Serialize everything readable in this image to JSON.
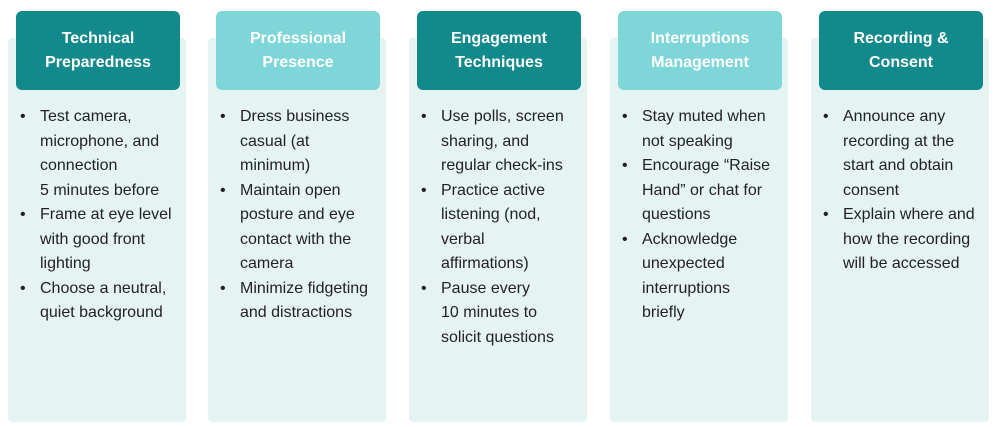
{
  "columns": [
    {
      "title": "Technical\nPreparedness",
      "header_style": "dark",
      "items": [
        "Test camera,\nmicrophone, and\nconnection\n5 minutes before",
        "Frame at eye level\nwith good front\nlighting",
        "Choose a neutral,\nquiet background"
      ]
    },
    {
      "title": "Professional\nPresence",
      "header_style": "light",
      "items": [
        "Dress business\ncasual (at\nminimum)",
        "Maintain open\nposture and eye\ncontact with the\ncamera",
        "Minimize fidgeting\nand distractions"
      ]
    },
    {
      "title": "Engagement\nTechniques",
      "header_style": "dark",
      "items": [
        "Use polls, screen\nsharing, and\nregular check-ins",
        "Practice active\nlistening (nod,\nverbal\naffirmations)",
        "Pause every\n10 minutes to\nsolicit questions"
      ]
    },
    {
      "title": "Interruptions\nManagement",
      "header_style": "light",
      "items": [
        "Stay muted when\nnot speaking",
        "Encourage “Raise\nHand” or chat for\nquestions",
        "Acknowledge\nunexpected\ninterruptions\nbriefly"
      ]
    },
    {
      "title": "Recording &\nConsent",
      "header_style": "dark",
      "items": [
        "Announce any\nrecording at the\nstart and obtain\nconsent",
        "Explain where and\nhow the recording\nwill be accessed"
      ]
    }
  ],
  "colors": {
    "header_dark": "#128a8c",
    "header_light": "#7fd6d8",
    "panel_bg": "#e6f3f3",
    "text": "#222222"
  }
}
